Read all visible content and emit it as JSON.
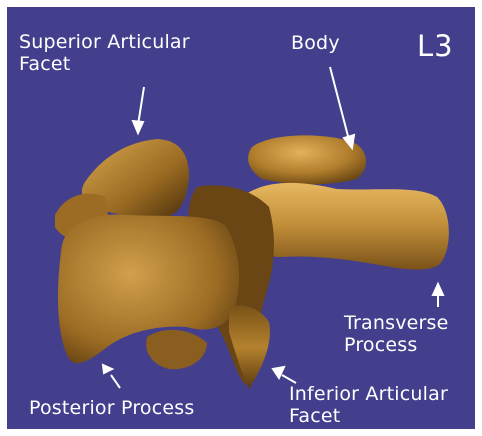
{
  "level": "L3",
  "labels": {
    "superior_articular_facet": [
      "Superior Articular",
      "Facet"
    ],
    "body": "Body",
    "transverse_process": [
      "Transverse",
      "Process"
    ],
    "inferior_articular_facet": [
      "Inferior Articular",
      "Facet"
    ],
    "posterior_process": "Posterior Process"
  },
  "colors": {
    "background": "#433f8c",
    "bone_light": "#d9a64a",
    "bone_mid": "#a87628",
    "bone_dark": "#5a3a10",
    "label": "#ffffff"
  }
}
